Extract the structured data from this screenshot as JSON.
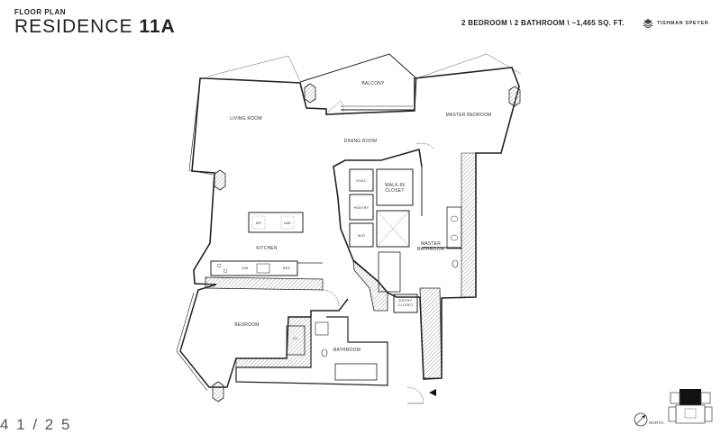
{
  "header": {
    "kicker": "FLOOR PLAN",
    "title_light": "RESIDENCE ",
    "title_bold": "11A",
    "specs": "2 BEDROOM  \\  2 BATHROOM  \\  ~1,465 SQ. FT.",
    "brand": "TISHMAN SPEYER"
  },
  "rooms": {
    "balcony": "BALCONY",
    "living_room": "LIVING ROOM",
    "dining_room": "DINING ROOM",
    "master_bedroom": "MASTER BEDROOM",
    "hvac": "HVAC",
    "walk_in_closet": "WALK-IN\nCLOSET",
    "pantry": "PANTRY",
    "wd": "W/D",
    "kitchen": "KITCHEN",
    "master_bathroom": "MASTER\nBATHROOM",
    "entry_closet": "ENTRY\nCLOSET",
    "bedroom": "BEDROOM",
    "cl": "CL",
    "bathroom": "BATHROOM"
  },
  "fixtures": {
    "wf": "WF",
    "mw": "MW",
    "dw": "DW",
    "ref": "REF"
  },
  "compass": "NORTH",
  "watermark": "4 1 / 2 5",
  "colors": {
    "wall": "#222222",
    "hatch": "#9a9a9a",
    "text": "#222222"
  }
}
